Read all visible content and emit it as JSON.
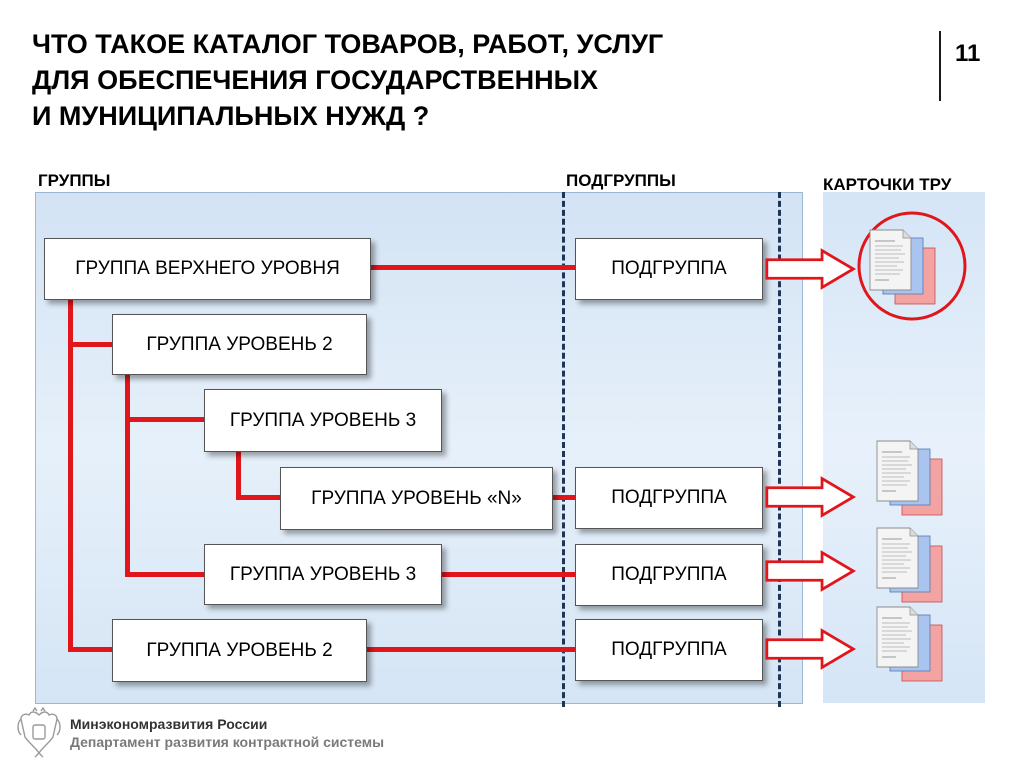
{
  "title": {
    "line1": "ЧТО ТАКОЕ КАТАЛОГ ТОВАРОВ, РАБОТ, УСЛУГ",
    "line2": "ДЛЯ ОБЕСПЕЧЕНИЯ ГОСУДАРСТВЕННЫХ",
    "line3": "И МУНИЦИПАЛЬНЫХ НУЖД ?"
  },
  "page_number": "11",
  "sections": {
    "groups": "ГРУППЫ",
    "subgroups": "ПОДГРУППЫ",
    "cards": "КАРТОЧКИ ТРУ"
  },
  "groups": {
    "top": "ГРУППА ВЕРХНЕГО УРОВНЯ",
    "level2_a": "ГРУППА УРОВЕНЬ 2",
    "level3_a": "ГРУППА УРОВЕНЬ 3",
    "level_n": "ГРУППА УРОВЕНЬ «N»",
    "level3_b": "ГРУППА УРОВЕНЬ 3",
    "level2_b": "ГРУППА УРОВЕНЬ 2"
  },
  "subgroups": {
    "s1": "ПОДГРУППА",
    "s2": "ПОДГРУППА",
    "s3": "ПОДГРУППА",
    "s4": "ПОДГРУППА"
  },
  "icons": {
    "card_stack": "document-stack-icon",
    "arrow": "right-arrow-icon",
    "emblem": "emblem-icon"
  },
  "colors": {
    "connector": "#e0161b",
    "highlight_circle": "#e0161b",
    "divider": "#1d3557"
  },
  "footer": {
    "ministry": "Минэкономразвития России",
    "department": "Департамент развития контрактной системы"
  }
}
